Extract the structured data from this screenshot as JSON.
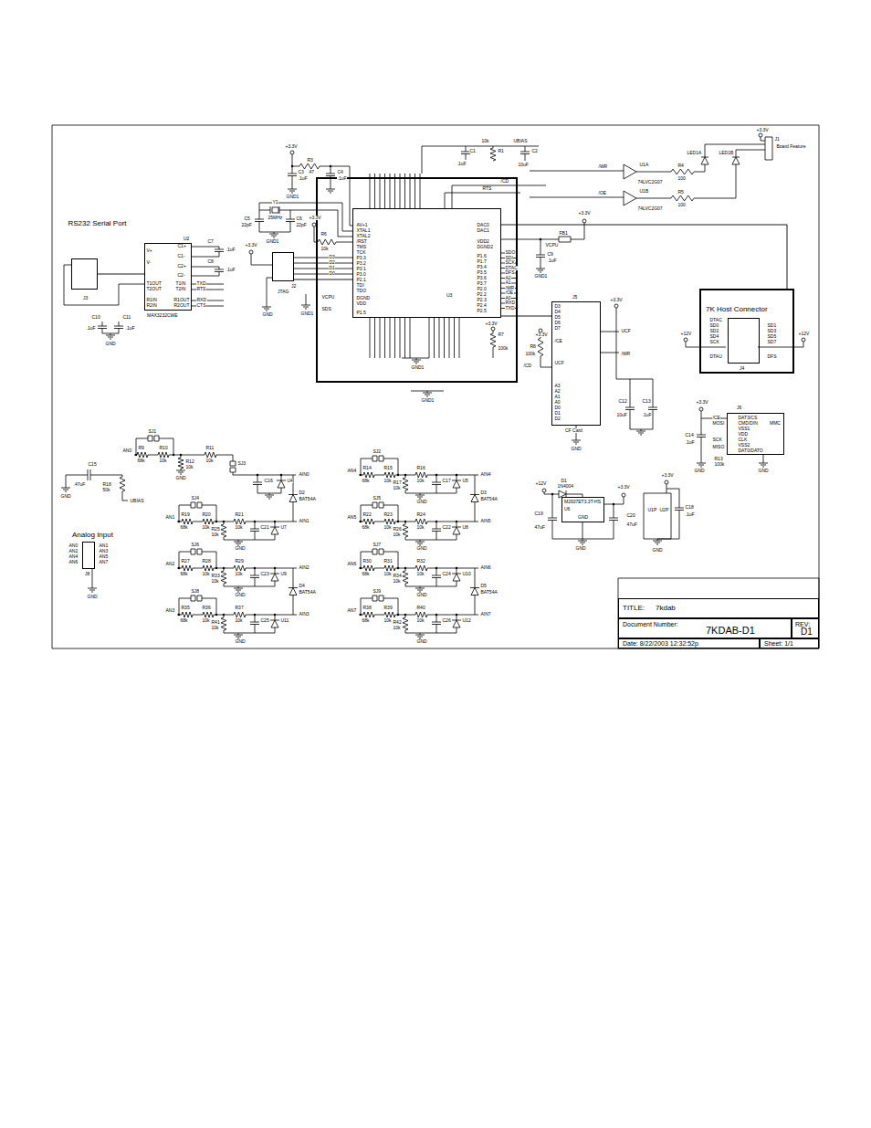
{
  "diagram": {
    "nodes": [
      {
        "text": [
          "U2",
          "MAX3232CWE"
        ]
      },
      {
        "text": [
          "J3"
        ]
      },
      {
        "text": [
          "J2",
          "JTAG"
        ]
      },
      {
        "text": [
          "U3"
        ]
      },
      {
        "text": [
          "J5",
          "CF Card"
        ]
      },
      {
        "text": [
          "7K Host Connector"
        ]
      },
      {
        "text": [
          "J4"
        ],
        "in": 5
      },
      {
        "text": [
          "J6",
          "MMC"
        ]
      },
      {
        "text": [
          "M2937ET3.3T-HS",
          "U6",
          "GND"
        ]
      },
      {
        "text": [
          "Analog Input",
          "J8"
        ]
      },
      {
        "text": [
          "TITLE:",
          "7kdab"
        ]
      },
      {
        "text": [
          "Document Number:",
          "7KDAB-D1"
        ]
      },
      {
        "text": [
          "REV:",
          "D1"
        ]
      },
      {
        "text": [
          "Date: 8/22/2003 12:32:52p"
        ]
      },
      {
        "text": [
          "Sheet: 1/1"
        ]
      }
    ],
    "edges": [
      {
        "from": 0,
        "to": 1,
        "arrow": "none"
      },
      {
        "from": 2,
        "to": 3,
        "arrow": "none"
      },
      {
        "from": 3,
        "to": 4,
        "arrow": "none"
      },
      {
        "from": 3,
        "to": 5,
        "arrow": "none"
      }
    ],
    "labels": [
      "SJ4",
      "AN1",
      "R19",
      "68k",
      "R20",
      "10k",
      "R21",
      "10k",
      "R25",
      "10k",
      "C21",
      "U7",
      "AIN1",
      "GND",
      "SJ6",
      "AN2",
      "R27",
      "68k",
      "R28",
      "10k",
      "R29",
      "10k",
      "R33",
      "10k",
      "C23",
      "U9",
      "AIN2",
      "GND",
      "SJ8",
      "AN3",
      "R35",
      "68k",
      "R36",
      "10k",
      "R37",
      "10k",
      "R41",
      "10k",
      "C25",
      "U11",
      "AIN3",
      "GND",
      "SJ2",
      "AN4",
      "R14",
      "68k",
      "R15",
      "10k",
      "R16",
      "10k",
      "R17",
      "10k",
      "C17",
      "U5",
      "AIN4",
      "GND",
      "SJ5",
      "AN5",
      "R22",
      "68k",
      "R23",
      "10k",
      "R24",
      "10k",
      "R26",
      "10k",
      "C22",
      "U8",
      "AIN5",
      "GND",
      "SJ7",
      "AN6",
      "R30",
      "68k",
      "R31",
      "10k",
      "R32",
      "10k",
      "R34",
      "10k",
      "C24",
      "U10",
      "AIN6",
      "GND",
      "SJ9",
      "AN7",
      "R38",
      "68k",
      "R39",
      "10k",
      "R40",
      "10k",
      "R42",
      "10k",
      "C26",
      "U12",
      "AIN7",
      "GND",
      "RS232 Serial Port",
      "V+",
      "V-",
      "C1+",
      "C1-",
      "C2+",
      "C2-",
      "T1OUT",
      "T2OUT",
      "R1IN",
      "R2IN",
      "T1IN",
      "T2IN",
      "R1OUT",
      "R2OUT",
      "TXD",
      "RTS",
      "RXD",
      "CTS",
      "C7",
      ".1uF",
      "C8",
      ".1uF",
      "C10",
      ".1uF",
      "C11",
      ".1uF",
      "GND",
      "+3.3V",
      "R3",
      "47",
      "C3",
      ".1uF",
      "C4",
      ".1uF",
      "GND1",
      "Y1",
      "25MHz",
      "C5",
      "22pF",
      "C6",
      "22pF",
      "GND1",
      "+3.3V",
      "R6",
      "10k",
      "+3.3V",
      "GND",
      "GND1",
      "D3",
      "D2",
      "D1",
      "D0",
      "VCPU",
      "SDS",
      "AV+1",
      "XTAL1",
      "XTAL2",
      "/RST",
      "TMS",
      "TCK",
      "P3.3",
      "P3.2",
      "P3.1",
      "P3.0",
      "P2.1",
      "TDI",
      "TDO",
      "DGND",
      "VDD",
      "P1.5",
      "DAC0",
      "DAC1",
      "VDD2",
      "DGND2",
      "P1.6",
      "P1.7",
      "P3.4",
      "P3.5",
      "P3.6",
      "P3.7",
      "P2.0",
      "P2.2",
      "P2.3",
      "P2.4",
      "P2.5",
      "SDO",
      "SDI",
      "SCK",
      "DTAC",
      "DFS",
      "A2",
      "A1",
      "/WR",
      "/OE",
      "A0",
      "RXD",
      "TXD",
      "+3.3V",
      "R7",
      "100k",
      "+3.3V",
      "R8",
      "100k",
      "/CD",
      "GND1",
      "GND1",
      "10k",
      "UBIAS",
      "C1",
      ".1uF",
      "R1",
      "C2",
      "10uF",
      "/CD",
      "RTS",
      "/WR",
      "/OE",
      "U1A",
      "74LVC2G07",
      "U1B",
      "74LVC2G07",
      "R4",
      "100",
      "R5",
      "100",
      "LED1A",
      "LED1B",
      "+3.3V",
      "J1",
      "Board Feature",
      "+3.3V",
      "FB1",
      "VCPU",
      "C9",
      ".1uF",
      "GND1",
      "D3",
      "D4",
      "D5",
      "D6",
      "D7",
      "/CE",
      "UCF",
      "A3",
      "A2",
      "A1",
      "A0",
      "D0",
      "D1",
      "D2",
      "+3.3V",
      "UCF",
      "/WR",
      "C12",
      "10uF",
      "C13",
      ".1uF",
      "GND",
      "DTAC",
      "SD0",
      "SD2",
      "SD4",
      "SCK",
      "DTAU",
      "SD1",
      "SD3",
      "SD5",
      "SD7",
      "DFS",
      "+12V",
      "+12V",
      "+3.3V",
      "DAT3/CS",
      "CMD/DIN",
      "VSS1",
      "VDD",
      "CLK",
      "VSS2",
      "DAT0/DATO",
      "/CE",
      "MOSI",
      "SCK",
      "MISO",
      "C14",
      ".1uF",
      "GND",
      "R13",
      "100k",
      "GND",
      "D1",
      "1N4004",
      "+12V",
      "+3.3V",
      "C19",
      "47uF",
      "C20",
      "47uF",
      "GND",
      "+3.3V",
      "U1P",
      "U2P",
      "C18",
      ".1uF",
      "GND",
      "AN0",
      "AN2",
      "AN4",
      "AN6",
      "AN1",
      "AN3",
      "AN5",
      "AN7",
      "GND",
      "SJ1",
      "AN0",
      "R9",
      "68k",
      "R10",
      "10k",
      "R12",
      "10k",
      "GND",
      "R11",
      "10k",
      "SJ3",
      "C16",
      "U4",
      "AIN0",
      "C15",
      ".47uF",
      "R18",
      "50k",
      "UBIAS",
      "GND",
      "D2",
      "BAT54A",
      "D3",
      "BAT54A",
      "D4",
      "BAT54A",
      "D5",
      "BAT54A"
    ]
  }
}
